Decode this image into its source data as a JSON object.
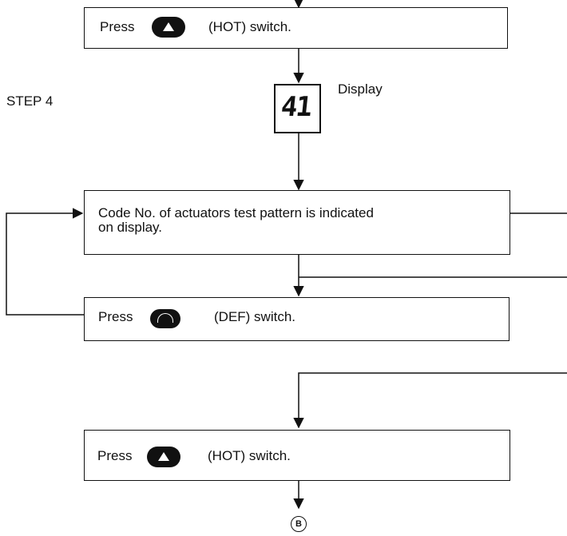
{
  "step_label": "STEP 4",
  "display_label": "Display",
  "display_code": "41",
  "boxes": [
    {
      "press": "Press",
      "icon": "hot-up-arrow-icon",
      "switch": "(HOT) switch."
    },
    {
      "text_line1": "Code No. of actuators test pattern is indicated",
      "text_line2": "on display."
    },
    {
      "press": "Press",
      "icon": "defroster-icon",
      "switch": "(DEF) switch."
    },
    {
      "press": "Press",
      "icon": "hot-up-arrow-icon",
      "switch": "(HOT) switch."
    }
  ],
  "connector": "B"
}
